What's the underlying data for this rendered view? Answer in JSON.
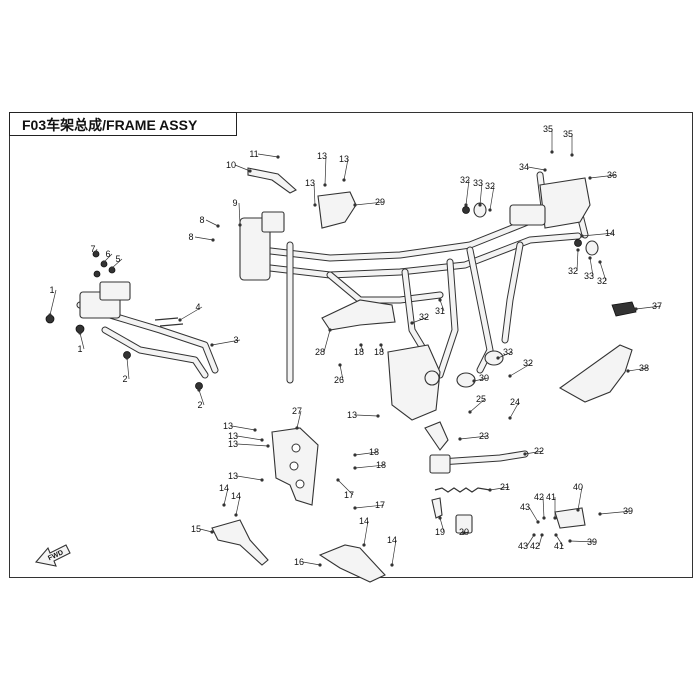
{
  "title": "F03车架总成/FRAME ASSY",
  "fwd_label": "FWD",
  "callouts": [
    {
      "id": "c1a",
      "text": "1"
    },
    {
      "id": "c1b",
      "text": "1"
    },
    {
      "id": "c2a",
      "text": "2"
    },
    {
      "id": "c2b",
      "text": "2"
    },
    {
      "id": "c3",
      "text": "3"
    },
    {
      "id": "c4",
      "text": "4"
    },
    {
      "id": "c5",
      "text": "5"
    },
    {
      "id": "c6",
      "text": "6"
    },
    {
      "id": "c7",
      "text": "7"
    },
    {
      "id": "c8a",
      "text": "8"
    },
    {
      "id": "c8b",
      "text": "8"
    },
    {
      "id": "c9",
      "text": "9"
    },
    {
      "id": "c10",
      "text": "10"
    },
    {
      "id": "c11",
      "text": "11"
    },
    {
      "id": "c13a",
      "text": "13"
    },
    {
      "id": "c13b",
      "text": "13"
    },
    {
      "id": "c13c",
      "text": "13"
    },
    {
      "id": "c13d",
      "text": "13"
    },
    {
      "id": "c13e",
      "text": "13"
    },
    {
      "id": "c13f",
      "text": "13"
    },
    {
      "id": "c13g",
      "text": "13"
    },
    {
      "id": "c13h",
      "text": "13"
    },
    {
      "id": "c14a",
      "text": "14"
    },
    {
      "id": "c14b",
      "text": "14"
    },
    {
      "id": "c14c",
      "text": "14"
    },
    {
      "id": "c14d",
      "text": "14"
    },
    {
      "id": "c14e",
      "text": "14"
    },
    {
      "id": "c15",
      "text": "15"
    },
    {
      "id": "c16",
      "text": "16"
    },
    {
      "id": "c17a",
      "text": "17"
    },
    {
      "id": "c17b",
      "text": "17"
    },
    {
      "id": "c18a",
      "text": "18"
    },
    {
      "id": "c18b",
      "text": "18"
    },
    {
      "id": "c18c",
      "text": "18"
    },
    {
      "id": "c18d",
      "text": "18"
    },
    {
      "id": "c19",
      "text": "19"
    },
    {
      "id": "c20",
      "text": "20"
    },
    {
      "id": "c21",
      "text": "21"
    },
    {
      "id": "c22",
      "text": "22"
    },
    {
      "id": "c23",
      "text": "23"
    },
    {
      "id": "c24",
      "text": "24"
    },
    {
      "id": "c25",
      "text": "25"
    },
    {
      "id": "c26",
      "text": "26"
    },
    {
      "id": "c27",
      "text": "27"
    },
    {
      "id": "c28",
      "text": "28"
    },
    {
      "id": "c29",
      "text": "29"
    },
    {
      "id": "c30",
      "text": "30"
    },
    {
      "id": "c31",
      "text": "31"
    },
    {
      "id": "c32a",
      "text": "32"
    },
    {
      "id": "c32b",
      "text": "32"
    },
    {
      "id": "c32c",
      "text": "32"
    },
    {
      "id": "c32d",
      "text": "32"
    },
    {
      "id": "c32e",
      "text": "32"
    },
    {
      "id": "c32f",
      "text": "32"
    },
    {
      "id": "c33a",
      "text": "33"
    },
    {
      "id": "c33b",
      "text": "33"
    },
    {
      "id": "c33c",
      "text": "33"
    },
    {
      "id": "c34",
      "text": "34"
    },
    {
      "id": "c35a",
      "text": "35"
    },
    {
      "id": "c35b",
      "text": "35"
    },
    {
      "id": "c36",
      "text": "36"
    },
    {
      "id": "c37",
      "text": "37"
    },
    {
      "id": "c38",
      "text": "38"
    },
    {
      "id": "c39a",
      "text": "39"
    },
    {
      "id": "c39b",
      "text": "39"
    },
    {
      "id": "c40",
      "text": "40"
    },
    {
      "id": "c41a",
      "text": "41"
    },
    {
      "id": "c41b",
      "text": "41"
    },
    {
      "id": "c42a",
      "text": "42"
    },
    {
      "id": "c42b",
      "text": "42"
    },
    {
      "id": "c43a",
      "text": "43"
    },
    {
      "id": "c43b",
      "text": "43"
    }
  ]
}
